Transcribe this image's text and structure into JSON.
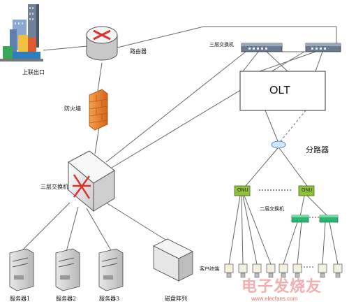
{
  "labels": {
    "uplink": "上联出口",
    "router": "路由器",
    "firewall": "防火墙",
    "core_switch": "三层交换机",
    "l3_switch_top": "三层交换机",
    "olt": "OLT",
    "splitter": "分路器",
    "onu_left": "ONU",
    "onu_right": "ONU",
    "l2_switch": "二层交换机",
    "client_terminal": "客户终端",
    "server1": "服务器1",
    "server2": "服务器2",
    "server3": "服务器3",
    "disk_array": "磁盘阵列"
  },
  "watermark": {
    "text": "电子发烧友",
    "url": "www.elecfans.com"
  },
  "colors": {
    "line": "#666666",
    "onu_green": "#8fc23a",
    "l2_switch_green": "#2bb673",
    "firewall_orange": "#e87722",
    "router_red": "#d9342b"
  }
}
